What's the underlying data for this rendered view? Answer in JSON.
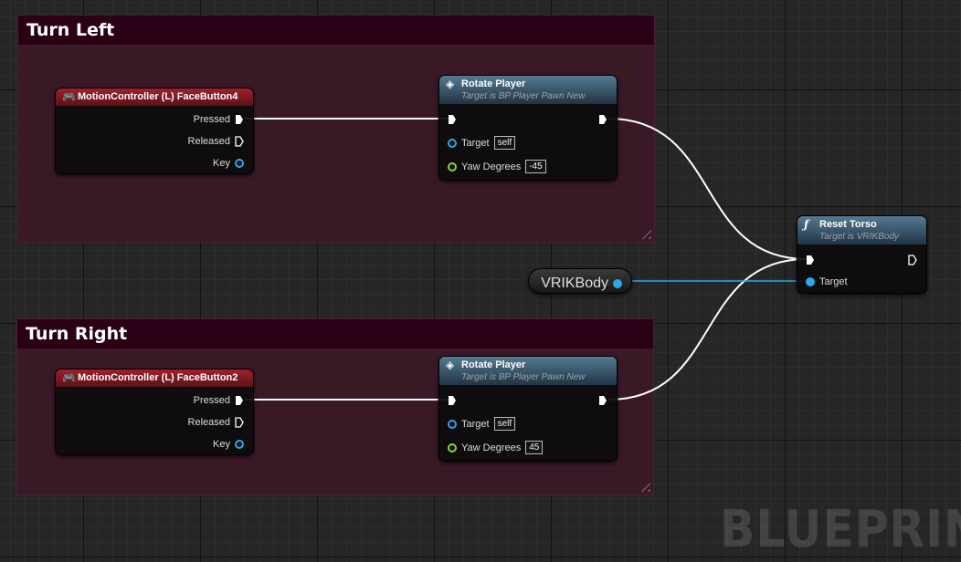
{
  "comments": [
    {
      "title": "Turn Left"
    },
    {
      "title": "Turn Right"
    }
  ],
  "events": [
    {
      "title": "MotionController (L) FaceButton4",
      "pins": [
        "Pressed",
        "Released",
        "Key"
      ],
      "icon": "gamepad-icon"
    },
    {
      "title": "MotionController (L) FaceButton2",
      "pins": [
        "Pressed",
        "Released",
        "Key"
      ],
      "icon": "gamepad-icon"
    }
  ],
  "rotate_nodes": [
    {
      "title": "Rotate Player",
      "subtitle": "Target is BP Player Pawn New",
      "target_label": "Target",
      "target_value": "self",
      "yaw_label": "Yaw Degrees",
      "yaw_value": "-45"
    },
    {
      "title": "Rotate Player",
      "subtitle": "Target is BP Player Pawn New",
      "target_label": "Target",
      "target_value": "self",
      "yaw_label": "Yaw Degrees",
      "yaw_value": "45"
    }
  ],
  "reset_node": {
    "title": "Reset Torso",
    "subtitle": "Target is VRIKBody",
    "target_label": "Target",
    "icon": "function-icon"
  },
  "variable_node": {
    "label": "VRIKBody"
  },
  "watermark": "BLUEPRINT",
  "colors": {
    "exec_wire": "#ffffff",
    "object_wire": "#2aa8ea",
    "float_pin": "#8ed62e",
    "comment_header": "#2a0016"
  }
}
